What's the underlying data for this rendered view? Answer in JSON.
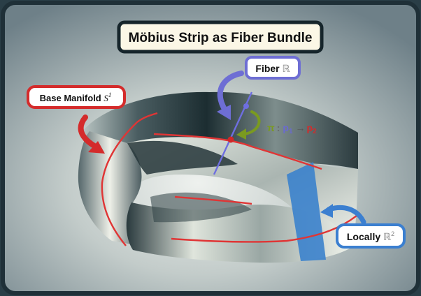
{
  "title": "Möbius Strip as Fiber Bundle",
  "labels": {
    "base_manifold_prefix": "Base Manifold ",
    "base_manifold_symbol": "S",
    "base_manifold_sup": "1",
    "fiber_prefix": "Fiber ",
    "fiber_symbol": "ℝ",
    "locally_prefix": "Locally ",
    "locally_symbol": "ℝ",
    "locally_sup": "2",
    "projection_pi": "π",
    "projection_colon": ":",
    "projection_p": "p",
    "projection_sub1": "1",
    "projection_arrow": "→",
    "projection_sub2": "2"
  },
  "colors": {
    "frame_bg": "#2a3e47",
    "panel_light": "#e7ecea",
    "panel_dark": "#6e8088",
    "base_manifold": "#e03535",
    "fiber": "#7272d0",
    "locally": "#3b7fd0",
    "projection": "#7a9a20",
    "strip_dark": "#1c2d31",
    "strip_light": "#eef2ea"
  }
}
